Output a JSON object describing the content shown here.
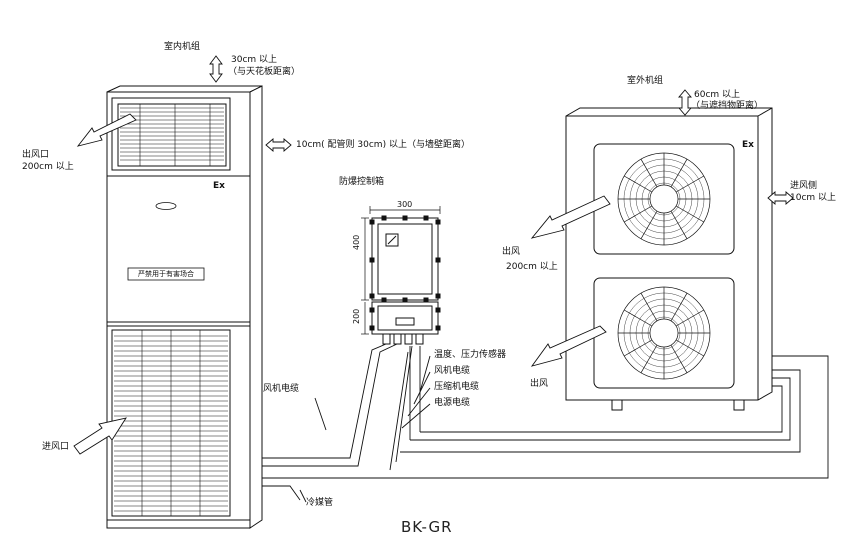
{
  "indoor": {
    "title": "室内机组",
    "top_clear_1": "30cm 以上",
    "top_clear_2": "（与天花板距离）",
    "side_clear": "10cm( 配管则 30cm) 以上（与墙壁距离）",
    "outlet": "出风口",
    "outlet_dist": "200cm 以上",
    "inlet": "进风口",
    "ex": "Ex",
    "warning": "严禁用于有害场合"
  },
  "control_box": {
    "title": "防爆控制箱",
    "dim_width": "300",
    "dim_height_top": "400",
    "dim_height_bottom": "200"
  },
  "cables": {
    "sensor": "温度、压力传感器",
    "fan": "风机电缆",
    "compressor": "压缩机电缆",
    "power": "电源电缆",
    "fan_left": "风机电缆",
    "refrigerant": "冷媒管"
  },
  "outdoor": {
    "title": "室外机组",
    "top_clear_1": "60cm 以上",
    "top_clear_2": "（与遮挡物距离）",
    "ex": "Ex",
    "inlet_side": "进风侧",
    "inlet_dist": "10cm 以上",
    "outlet_upper": "出风",
    "outlet_upper_dist": "200cm 以上",
    "outlet_lower": "出风"
  },
  "model": "BK-GR"
}
